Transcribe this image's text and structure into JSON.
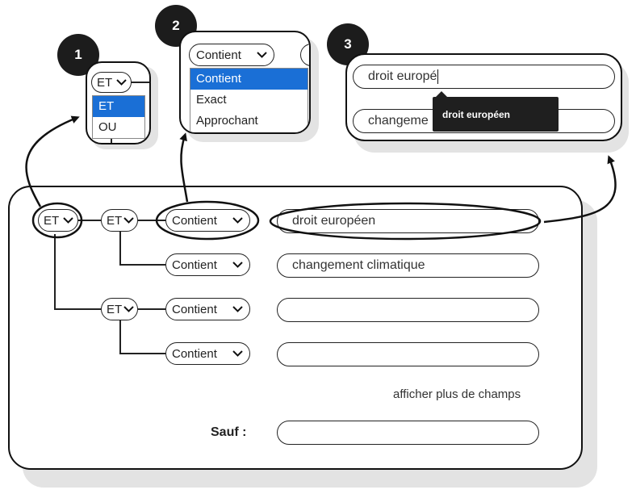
{
  "callouts": [
    {
      "number": "1"
    },
    {
      "number": "2"
    },
    {
      "number": "3"
    }
  ],
  "operator_popup": {
    "selected": "ET",
    "options": [
      {
        "label": "ET",
        "highlighted": true
      },
      {
        "label": "OU",
        "highlighted": false
      }
    ]
  },
  "match_popup": {
    "selected": "Contient",
    "options": [
      {
        "label": "Contient",
        "highlighted": true
      },
      {
        "label": "Exact",
        "highlighted": false
      },
      {
        "label": "Approchant",
        "highlighted": false
      }
    ]
  },
  "autocomplete_popup": {
    "typed_value": "droit europé",
    "second_value": "changeme",
    "suggestion": "droit européen"
  },
  "search_builder": {
    "root_operator": "ET",
    "groups": [
      {
        "operator": "ET",
        "rows": [
          {
            "match": "Contient",
            "value": "droit européen"
          },
          {
            "match": "Contient",
            "value": "changement climatique"
          }
        ]
      },
      {
        "operator": "ET",
        "rows": [
          {
            "match": "Contient",
            "value": ""
          },
          {
            "match": "Contient",
            "value": ""
          }
        ]
      }
    ],
    "more_fields_link": "afficher plus de champs",
    "except_label": "Sauf :",
    "except_value": ""
  },
  "colors": {
    "selection": "#1a6fd6",
    "border": "#111111",
    "shadow": "#e3e3e3",
    "tooltip": "#1f1f1f"
  }
}
